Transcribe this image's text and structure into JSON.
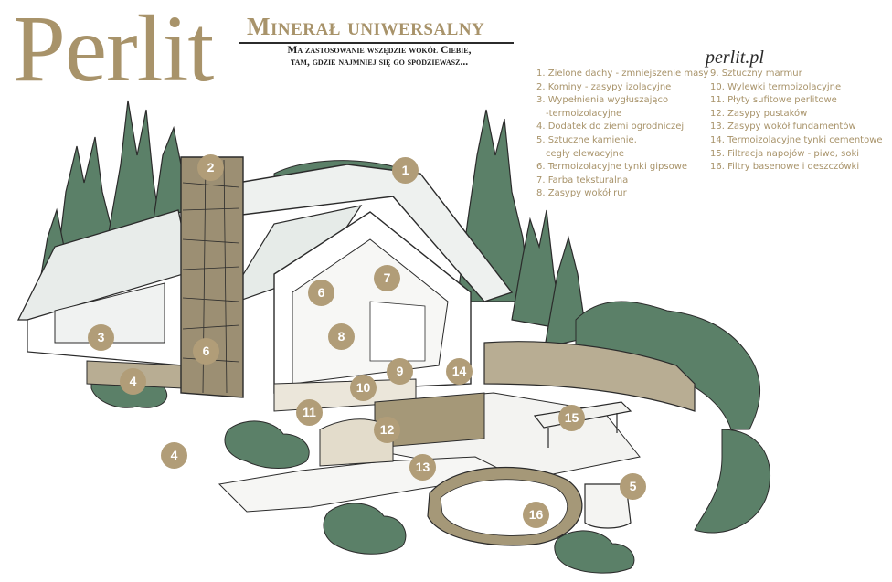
{
  "brand": "Perlit",
  "headline": "Minerał uniwersalny",
  "subtitle_line1": "Ma zastosowanie wszędzie wokół Ciebie,",
  "subtitle_line2": "tam, gdzie najmniej się go spodziewasz...",
  "website": "perlit.pl",
  "legend_left": [
    {
      "text": "1. Zielone dachy - zmniejszenie masy"
    },
    {
      "text": "2. Kominy - zasypy izolacyjne"
    },
    {
      "text": "3. Wypełnienia wygłuszająco"
    },
    {
      "text": "-termoizolacyjne"
    },
    {
      "text": "4. Dodatek do ziemi ogrodniczej"
    },
    {
      "text": "5. Sztuczne kamienie,"
    },
    {
      "text": "cegły elewacyjne"
    },
    {
      "text": "6. Termoizolacyjne tynki gipsowe"
    },
    {
      "text": "7. Farba teksturalna"
    },
    {
      "text": "8. Zasypy wokół rur"
    }
  ],
  "legend_right": [
    {
      "text": "9. Sztuczny marmur"
    },
    {
      "text": "10. Wylewki termoizolacyjne"
    },
    {
      "text": "11. Płyty sufitowe perlitowe"
    },
    {
      "text": "12. Zasypy pustaków"
    },
    {
      "text": "13. Zasypy wokół fundamentów"
    },
    {
      "text": "14. Termoizolacyjne tynki cementowe"
    },
    {
      "text": "15. Filtracja napojów - piwo, soki"
    },
    {
      "text": "16. Filtry basenowe i deszczówki"
    }
  ],
  "markers": {
    "m1": "1",
    "m2": "2",
    "m3": "3",
    "m4a": "4",
    "m4b": "4",
    "m5": "5",
    "m6a": "6",
    "m6b": "6",
    "m7": "7",
    "m8": "8",
    "m9": "9",
    "m10": "10",
    "m11": "11",
    "m12": "12",
    "m13": "13",
    "m14": "14",
    "m15": "15",
    "m16": "16"
  },
  "colors": {
    "gold": "#a8936a",
    "marker": "#b19d78",
    "foliage": "#5b8068",
    "stone": "#9c8f73",
    "ink": "#2b2b2b"
  }
}
